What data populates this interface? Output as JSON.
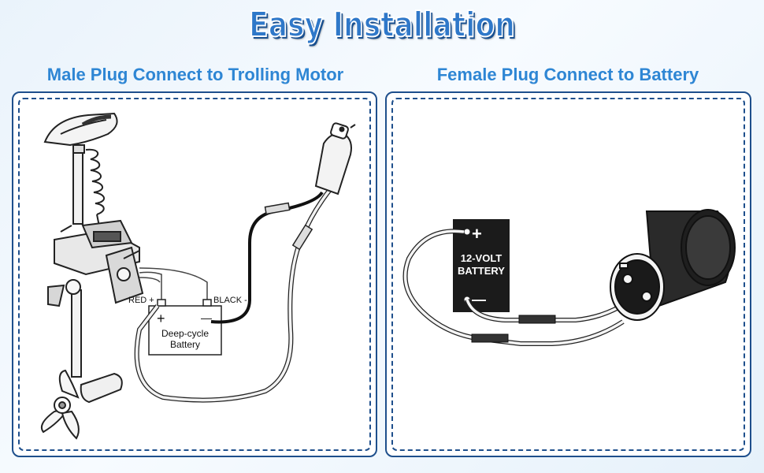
{
  "header": {
    "title": "Easy Installation"
  },
  "left_panel": {
    "heading": "Male Plug Connect to Trolling Motor",
    "labels": {
      "red": "RED +",
      "black": "BLACK -",
      "plus": "+",
      "minus": "—",
      "battery_line1": "Deep-cycle",
      "battery_line2": "Battery"
    }
  },
  "right_panel": {
    "heading": "Female Plug Connect to Battery",
    "labels": {
      "plus": "+",
      "minus": "—",
      "battery_line1": "12-VOLT",
      "battery_line2": "BATTERY"
    }
  },
  "colors": {
    "title": "#2f78c9",
    "heading": "#2e86d4",
    "frame": "#1e4f8c"
  }
}
